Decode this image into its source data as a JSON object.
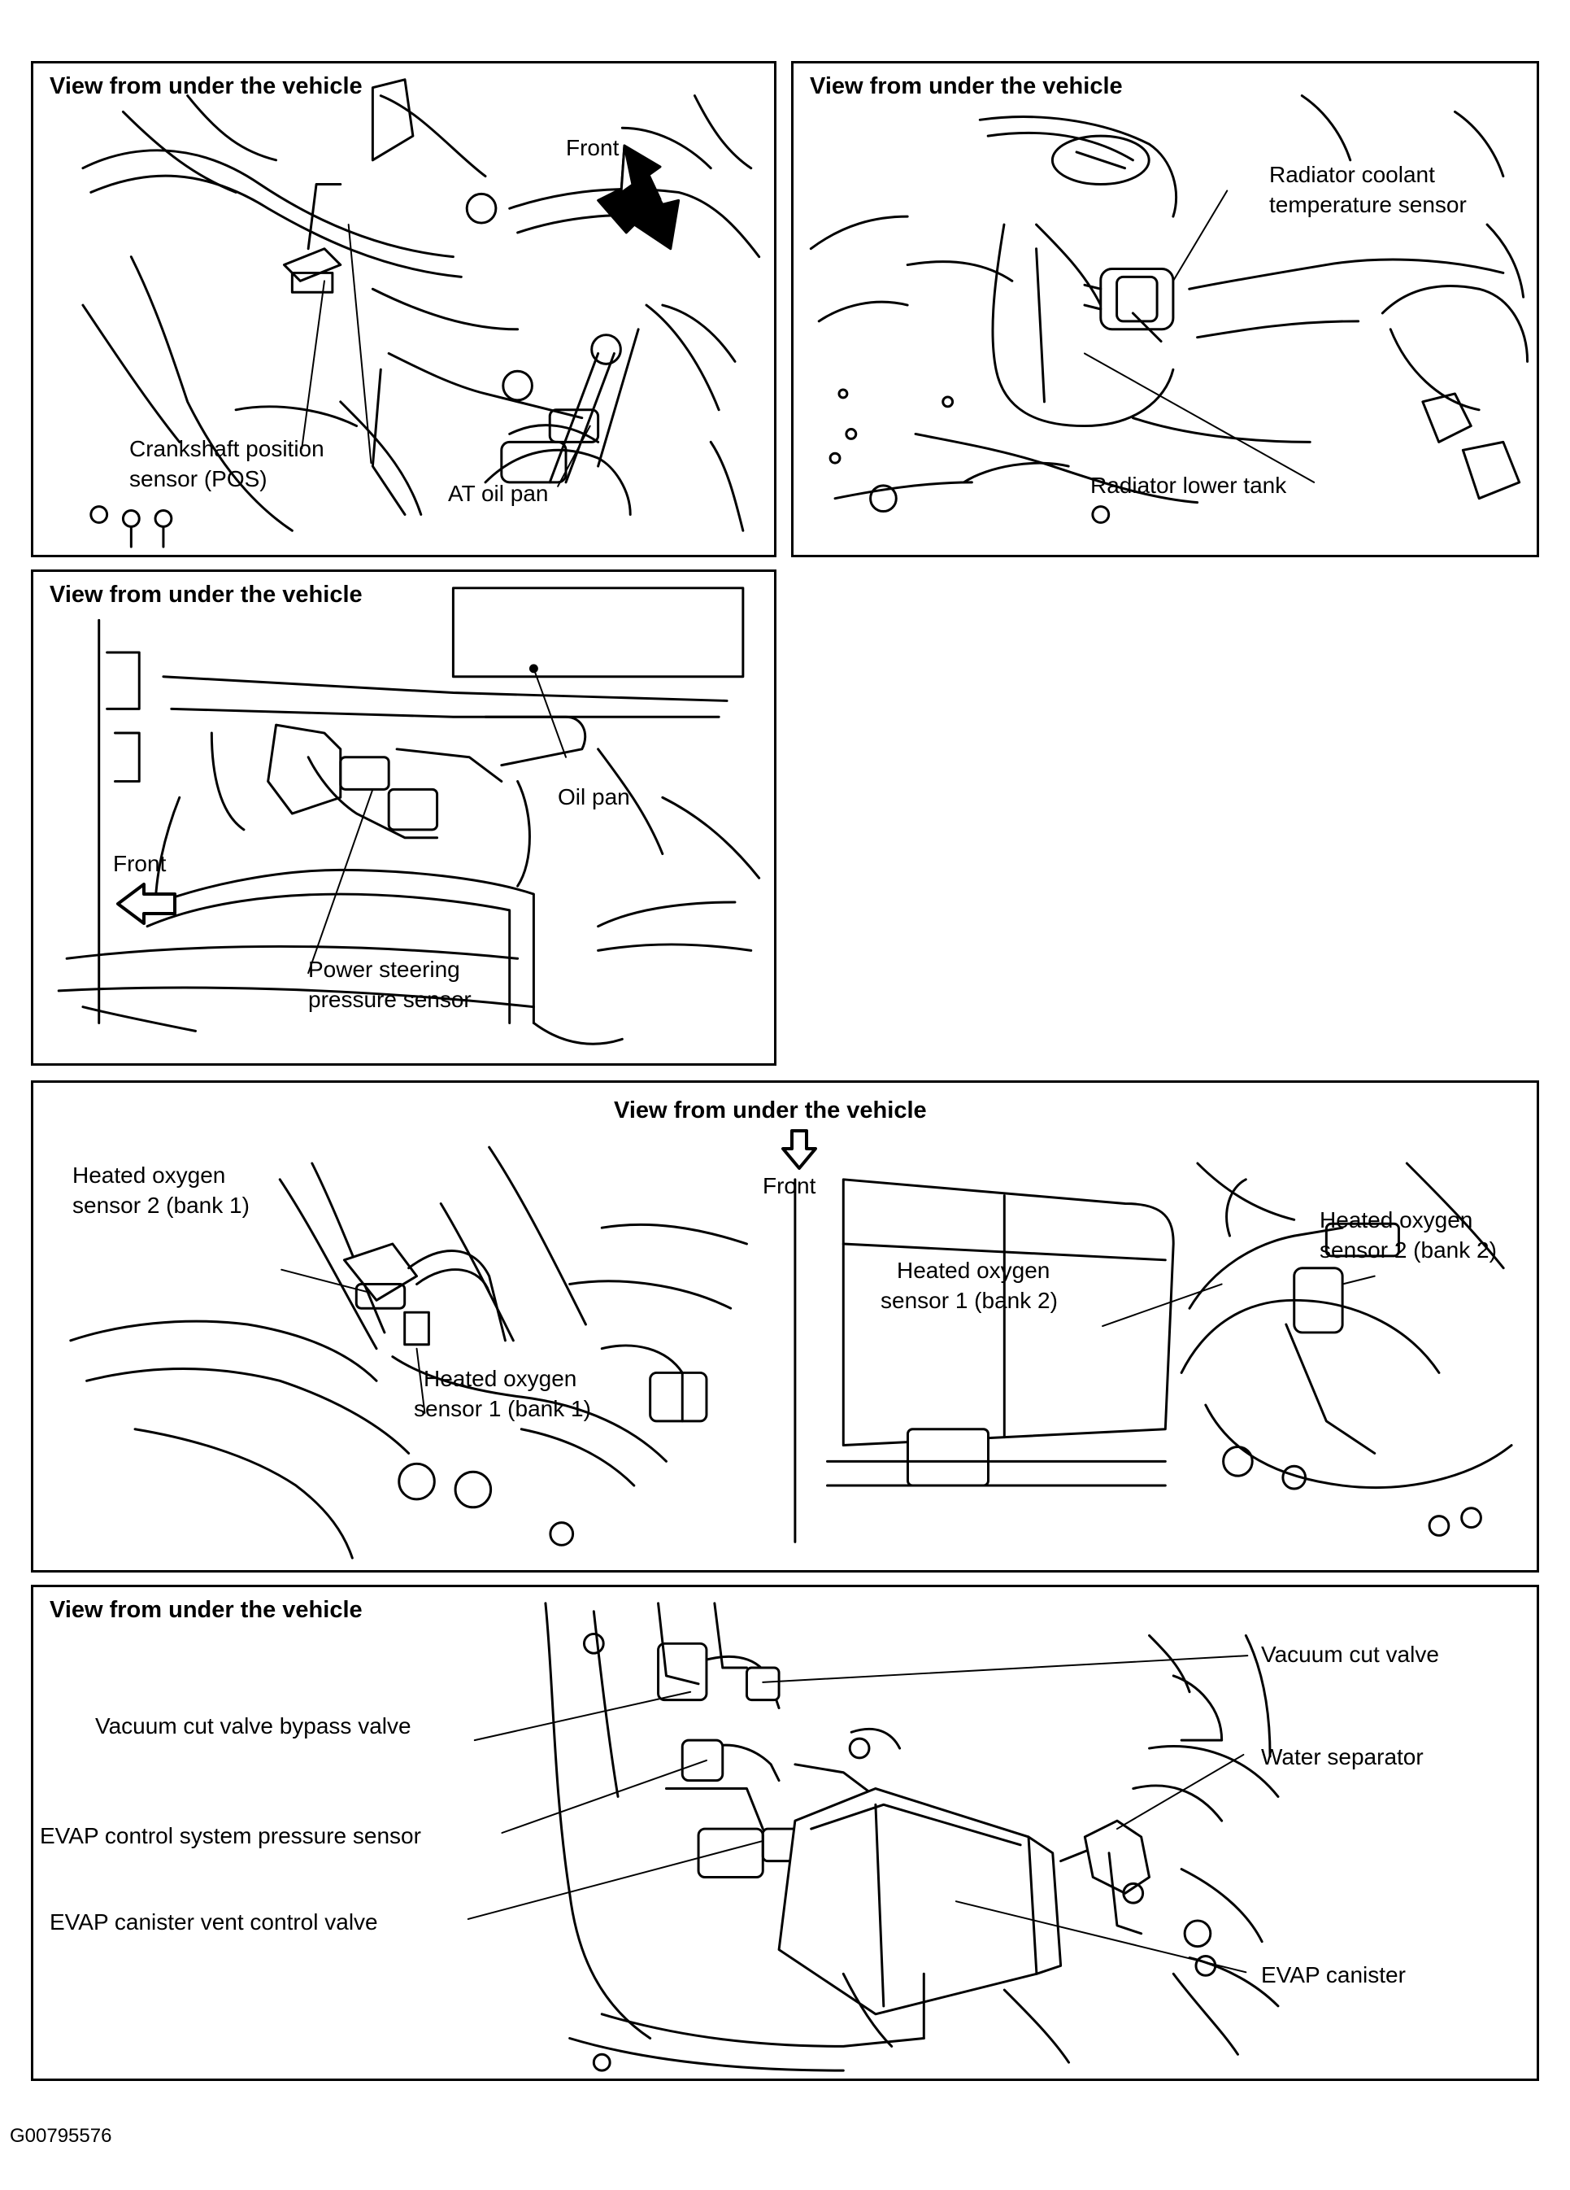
{
  "panels": {
    "crankshaft": {
      "title": "View from under the vehicle",
      "labels": {
        "front": "Front",
        "crank_line1": "Crankshaft position",
        "crank_line2": "sensor (POS)",
        "at_oil_pan": "AT oil pan"
      }
    },
    "radiator": {
      "title": "View from under the vehicle",
      "labels": {
        "coolant_line1": "Radiator coolant",
        "coolant_line2": "temperature sensor",
        "lower_tank": "Radiator lower tank"
      }
    },
    "power_steering": {
      "title": "View from under the vehicle",
      "labels": {
        "oil_pan": "Oil pan",
        "front": "Front",
        "ps_line1": "Power steering",
        "ps_line2": "pressure sensor"
      }
    },
    "oxygen": {
      "title": "View from under the vehicle",
      "labels": {
        "front": "Front",
        "hos2b1_line1": "Heated oxygen",
        "hos2b1_line2": "sensor 2 (bank 1)",
        "hos1b1_line1": "Heated oxygen",
        "hos1b1_line2": "sensor 1 (bank 1)",
        "hos1b2_line1": "Heated oxygen",
        "hos1b2_line2": "sensor 1 (bank 2)",
        "hos2b2_line1": "Heated oxygen",
        "hos2b2_line2": "sensor 2 (bank 2)"
      }
    },
    "evap": {
      "title": "View from under the vehicle",
      "labels": {
        "vacuum_cut_valve": "Vacuum cut valve",
        "bypass_valve": "Vacuum cut valve bypass valve",
        "water_separator": "Water separator",
        "pressure_sensor": "EVAP control system pressure sensor",
        "vent_control_valve": "EVAP canister vent control valve",
        "canister": "EVAP canister"
      }
    }
  },
  "figure_code": "G00795576"
}
